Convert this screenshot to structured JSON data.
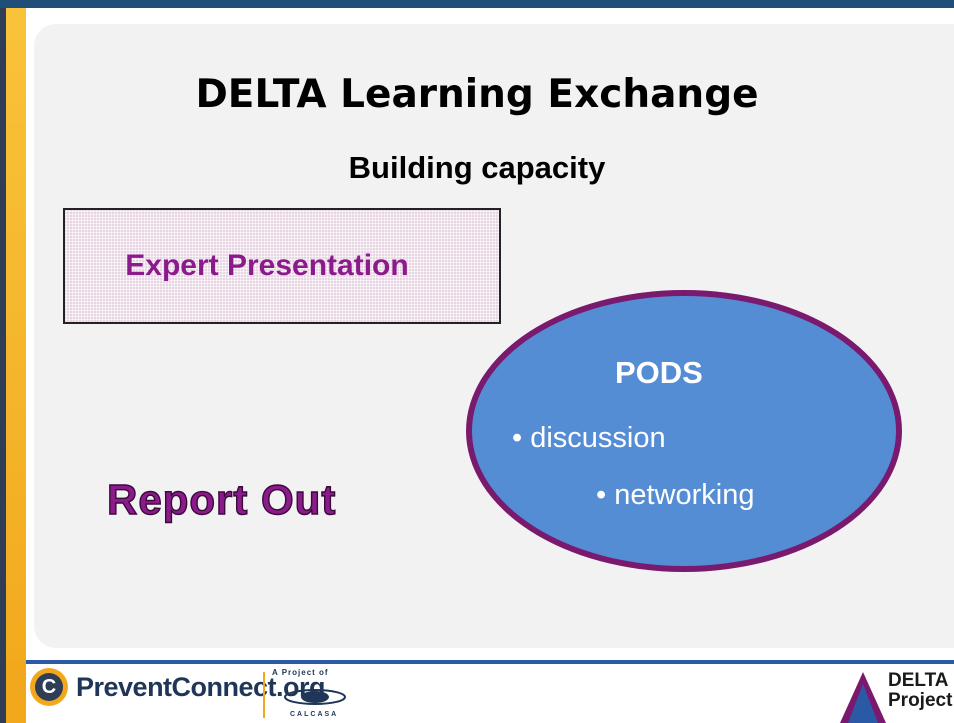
{
  "slide": {
    "title": "DELTA Learning Exchange",
    "subtitle": "Building capacity",
    "expert_box_label": "Expert Presentation",
    "report_out_label": "Report Out",
    "pods": {
      "title": "PODS",
      "bullets": [
        "• discussion",
        "• networking"
      ]
    }
  },
  "footer": {
    "preventconnect_icon": "C",
    "preventconnect_label": "PreventConnect.org",
    "calcasa_tagline": "A Project of",
    "calcasa_name": "CALCASA",
    "delta_line1": "DELTA",
    "delta_line2": "Project"
  },
  "colors": {
    "accent_purple": "#8b1a8b",
    "pods_blue": "#548dd4",
    "pods_border": "#7a1a6e",
    "gold": "#f2a81c",
    "navy": "#1f3658"
  }
}
